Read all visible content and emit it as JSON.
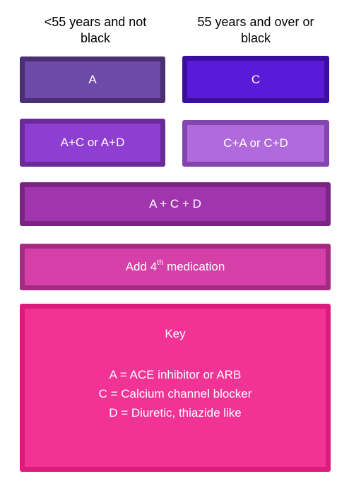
{
  "headings": {
    "left": "<55 years and not black",
    "right": "55 years and over or black"
  },
  "step1": {
    "left": "A",
    "right": "C"
  },
  "step2": {
    "left": "A+C or A+D",
    "right": "C+A or C+D"
  },
  "step3": {
    "label": "A + C + D"
  },
  "step4": {
    "prefix": "Add 4",
    "superscript": "th",
    "suffix": " medication"
  },
  "key": {
    "title": "Key",
    "entries": [
      "A = ACE inhibitor or ARB",
      "C = Calcium channel blocker",
      "D = Diuretic, thiazide like"
    ]
  },
  "colors": {
    "step1_left": "#6d4aa8",
    "step1_right": "#5b1ad8",
    "step2_left": "#8e3ed0",
    "step2_right": "#b06adb",
    "step3": "#a035ad",
    "step4": "#d43fa8",
    "key": "#f23396"
  }
}
